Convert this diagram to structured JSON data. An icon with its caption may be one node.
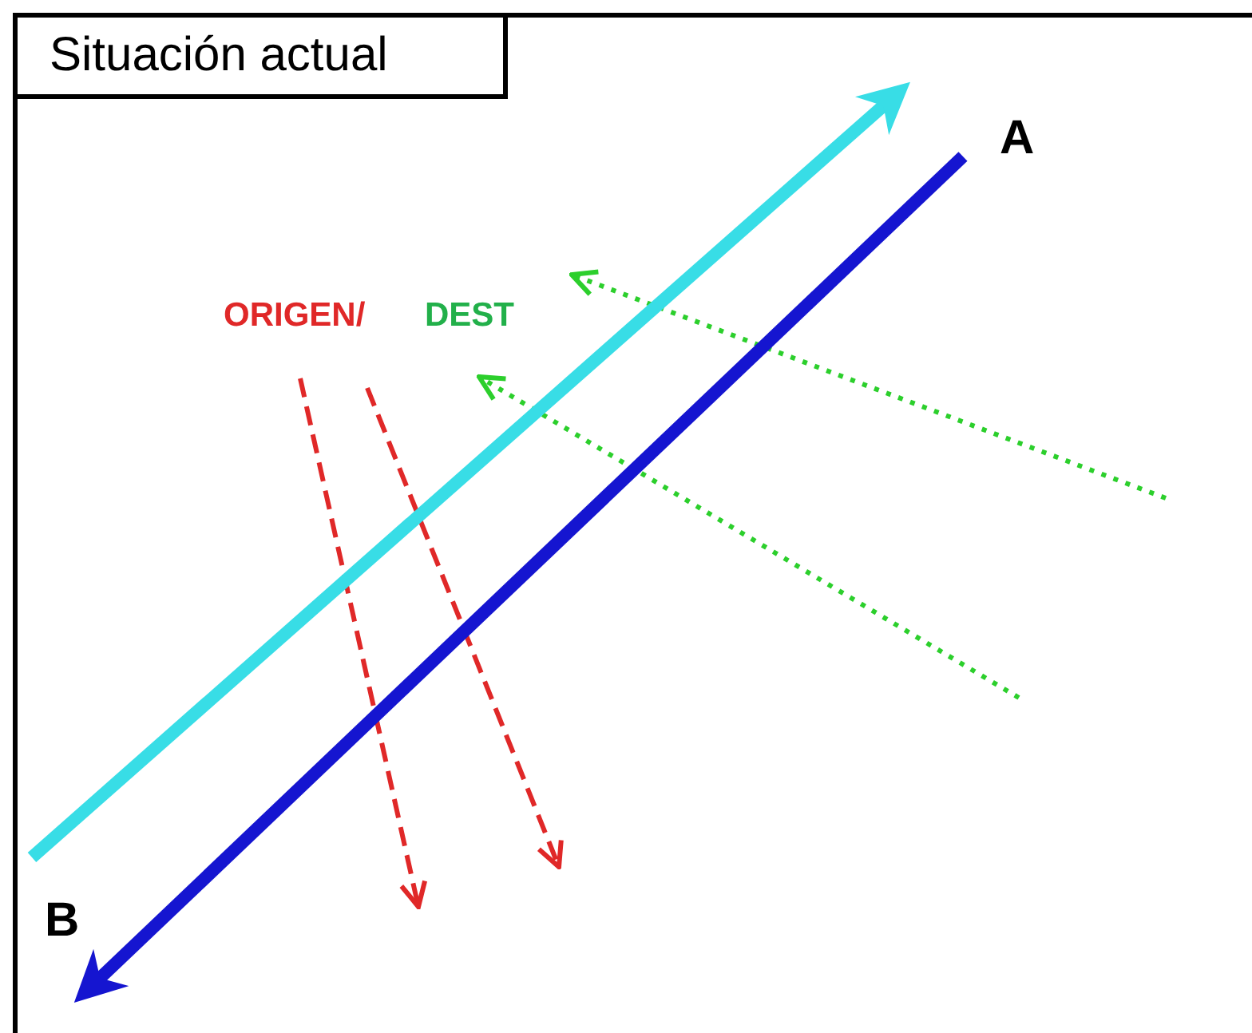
{
  "diagram": {
    "title": "Situación actual",
    "nodes": [
      {
        "text": [
          "A"
        ]
      },
      {
        "text": [
          "B"
        ]
      }
    ],
    "edges": [
      {
        "from": 0,
        "to": 1,
        "arrow": "to",
        "color": "#1515d0"
      },
      {
        "from": 1,
        "to": 0,
        "arrow": "to",
        "color": "#38dde6"
      }
    ],
    "labels": [
      "ORIGEN/",
      "DEST"
    ]
  }
}
